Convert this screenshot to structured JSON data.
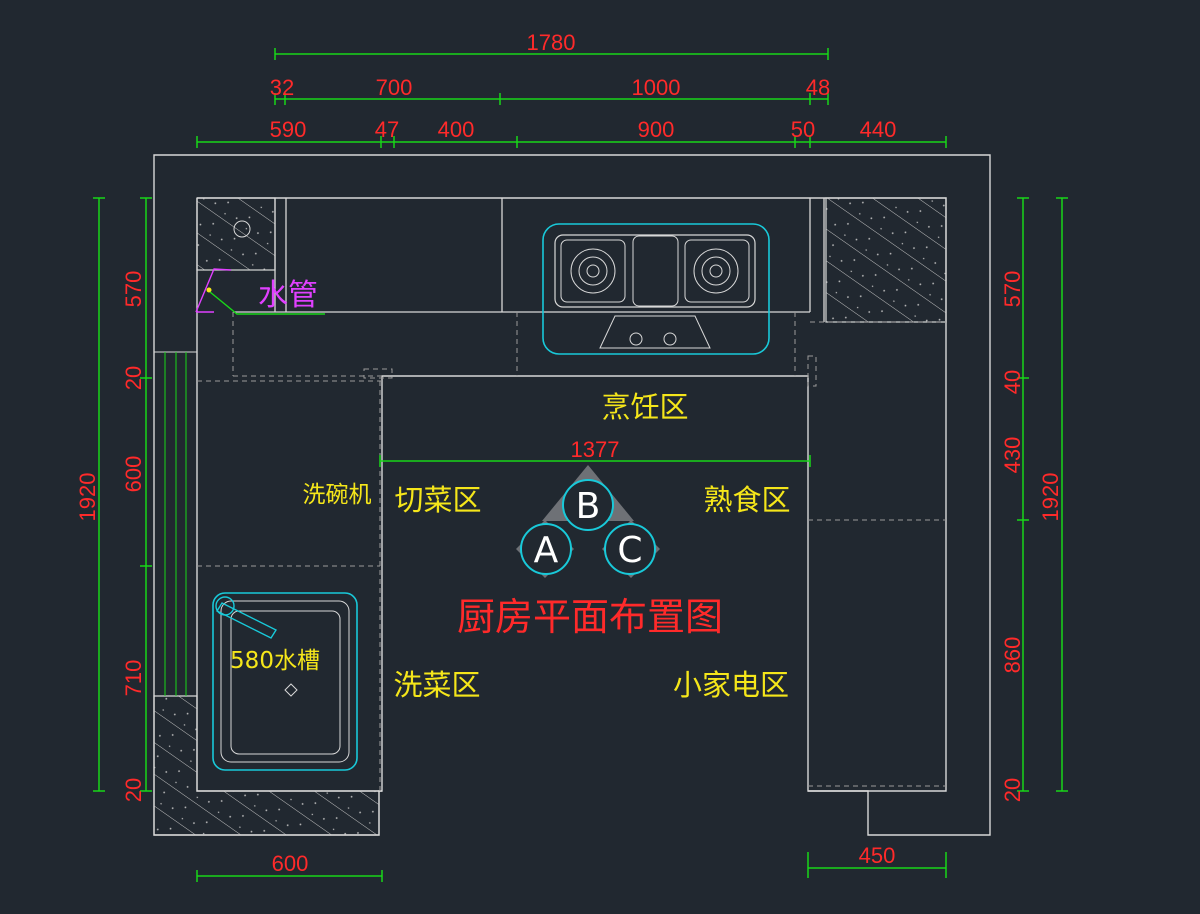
{
  "title": "厨房平面布置图",
  "dimensions": {
    "top_total": "1780",
    "top_row2": [
      "32",
      "700",
      "1000",
      "48"
    ],
    "top_row3": [
      "590",
      "47",
      "400",
      "900",
      "50",
      "440"
    ],
    "left_total": "1920",
    "left_parts": [
      "570",
      "20",
      "600",
      "710",
      "20"
    ],
    "right_total": "1920",
    "right_parts": [
      "570",
      "40",
      "430",
      "860",
      "20"
    ],
    "inner": "1377",
    "bottom_left": "600",
    "bottom_right": "450"
  },
  "labels": {
    "water_pipe": "水管",
    "cooking_zone": "烹饪区",
    "dishwasher": "洗碗机",
    "chopping_zone": "切菜区",
    "cooked_food_zone": "熟食区",
    "sink": "580水槽",
    "washing_zone": "洗菜区",
    "appliance_zone": "小家电区"
  },
  "triangle_badges": [
    "A",
    "B",
    "C"
  ],
  "colors": {
    "background": "#212830",
    "wall_line": "#d8d8d8",
    "dimension_line": "#19d619",
    "dimension_text": "#ff2a2a",
    "zone_text": "#f5e61a",
    "fixture_outline": "#19c9d9",
    "pipe_label": "#e040ff"
  }
}
